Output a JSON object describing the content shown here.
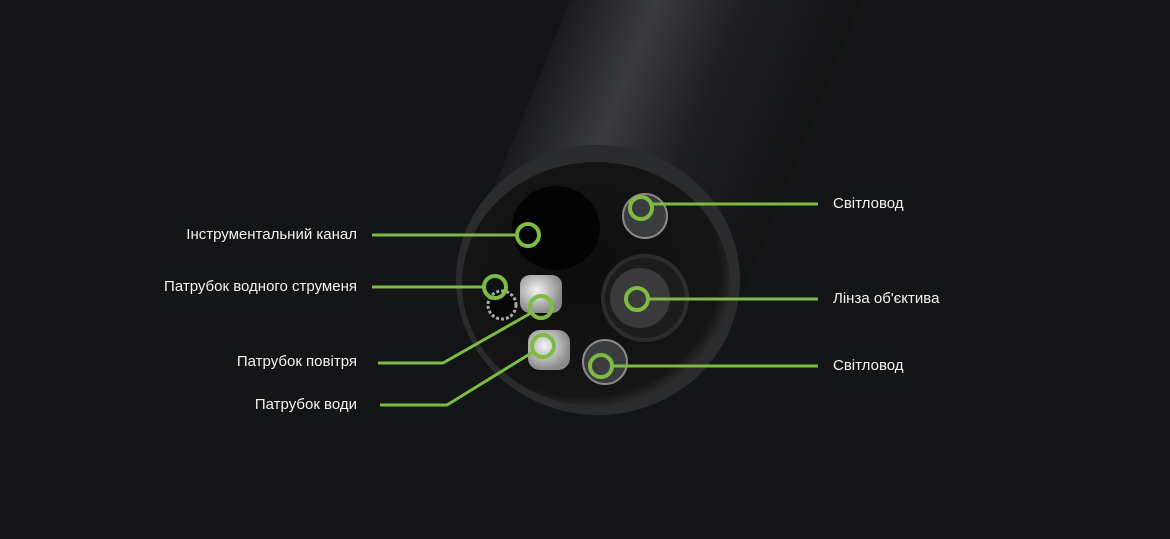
{
  "colors": {
    "background": "#141517",
    "accent": "#7dbb42"
  },
  "labels": {
    "instrument_channel": "Інструментальний канал",
    "water_jet_nozzle": "Патрубок водного струменя",
    "air_nozzle": "Патрубок повітря",
    "water_nozzle": "Патрубок води",
    "light_guide_top": "Світловод",
    "objective_lens": "Лінза об'єктива",
    "light_guide_bottom": "Світловод"
  }
}
